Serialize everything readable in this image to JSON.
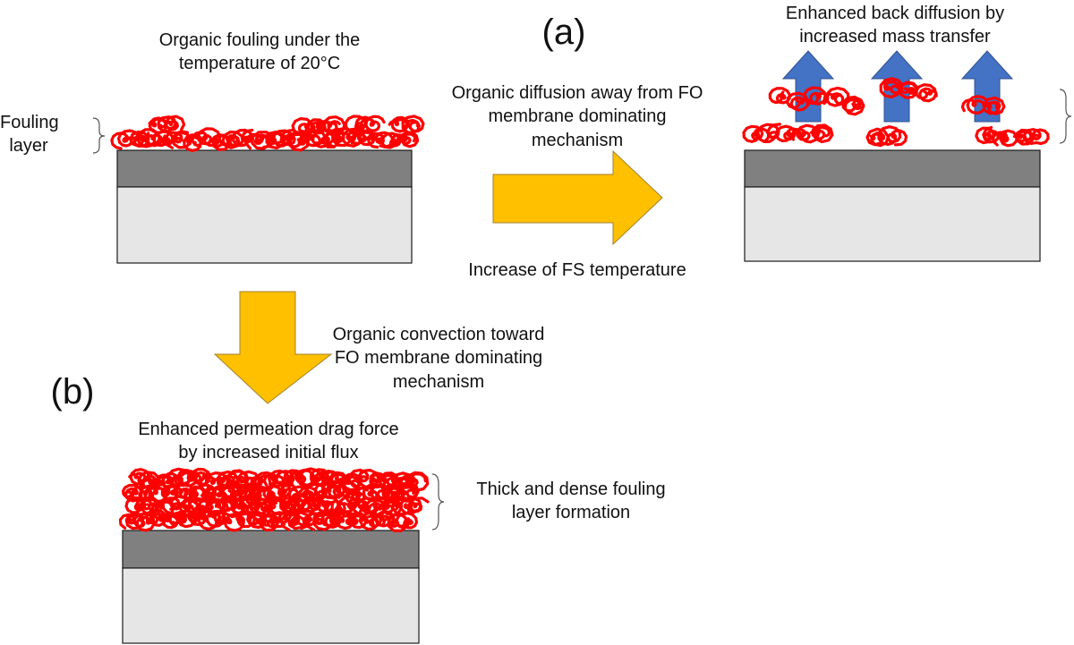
{
  "labels": {
    "panel_a": "(a)",
    "panel_b": "(b)",
    "fouling_layer": "Fouling\nlayer",
    "initial_condition": "Organic fouling under the\ntemperature of 20°C",
    "diffusion_mechanism": "Organic diffusion away from FO\nmembrane dominating\nmechanism",
    "fs_temperature": "Increase of FS temperature",
    "back_diffusion": "Enhanced back diffusion by\nincreased mass transfer",
    "convection_mechanism": "Organic convection toward\nFO membrane dominating\nmechanism",
    "permeation_drag": "Enhanced permeation drag force\nby increased initial flux",
    "thick_layer": "Thick and dense fouling\nlayer formation"
  },
  "colors": {
    "active_layer": "#808080",
    "support_layer": "#e6e6e6",
    "foulant": "#ff0000",
    "process_arrow": "#ffc000",
    "diffusion_arrow": "#4472c4",
    "outline": "#1a1a1a"
  },
  "icons": [
    "brace-icon",
    "foulant-coil-icon",
    "process-arrow-icon",
    "diffusion-arrow-icon"
  ]
}
